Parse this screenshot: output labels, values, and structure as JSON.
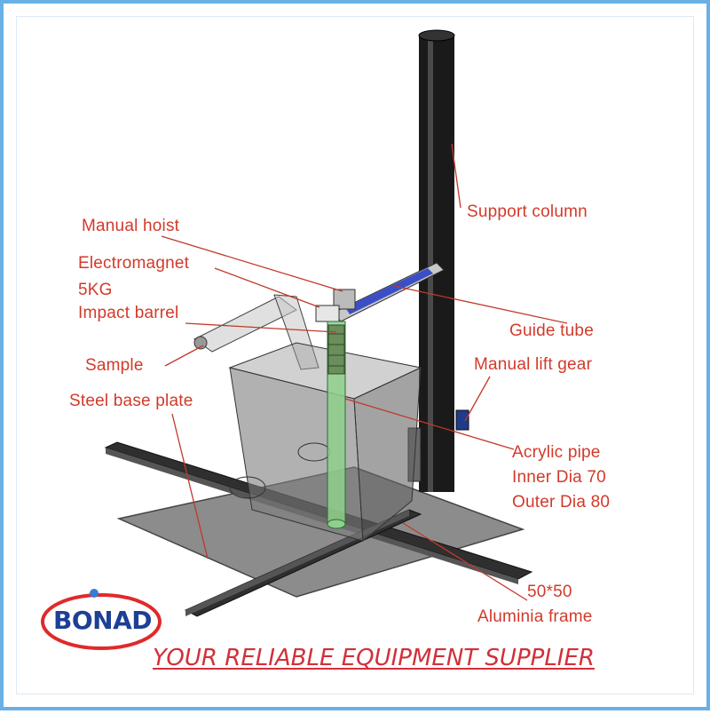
{
  "labels": {
    "support_column": "Support column",
    "manual_hoist": "Manual hoist",
    "electromagnet": "Electromagnet",
    "weight": "5KG",
    "impact_barrel": "Impact barrel",
    "sample": "Sample",
    "guide_tube": "Guide tube",
    "manual_lift_gear": "Manual lift gear",
    "steel_base_plate": "Steel base plate",
    "acrylic_pipe": "Acrylic pipe",
    "inner_dia": "Inner Dia 70",
    "outer_dia": "Outer Dia 80",
    "frame_size": "50*50",
    "aluminia_frame": "Aluminia frame"
  },
  "brand": {
    "logo_text": "BONAD",
    "tagline": "YOUR RELIABLE EQUIPMENT SUPPLIER"
  },
  "colors": {
    "label": "#d23a2a",
    "leader_line": "#c0392b",
    "logo_blue": "#1d3f96",
    "logo_swoosh": "#e02a2a",
    "frame_border": "#6ab0e6"
  }
}
